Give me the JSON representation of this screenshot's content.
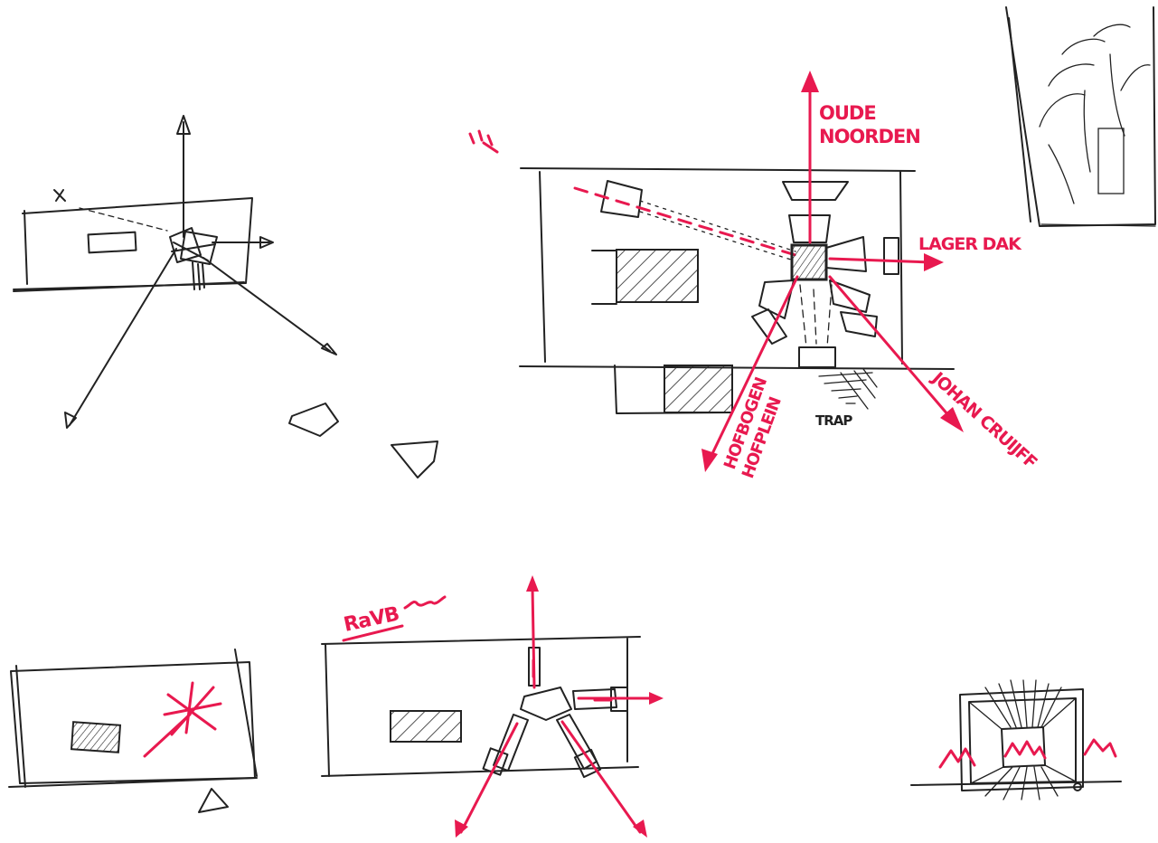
{
  "labels": {
    "oude_noorden_1": "OUDE",
    "oude_noorden_2": "NOORDEN",
    "lager_dak": "LAGER DAK",
    "johan_cruijff": "JOHAN CRUIJFF",
    "hofbogen_1": "HOFBOGEN",
    "hofbogen_2": "HOFPLEIN",
    "trap": "TRAP",
    "ravb": "RaVB"
  },
  "colors": {
    "ink": "#222222",
    "accent": "#e8194f"
  }
}
